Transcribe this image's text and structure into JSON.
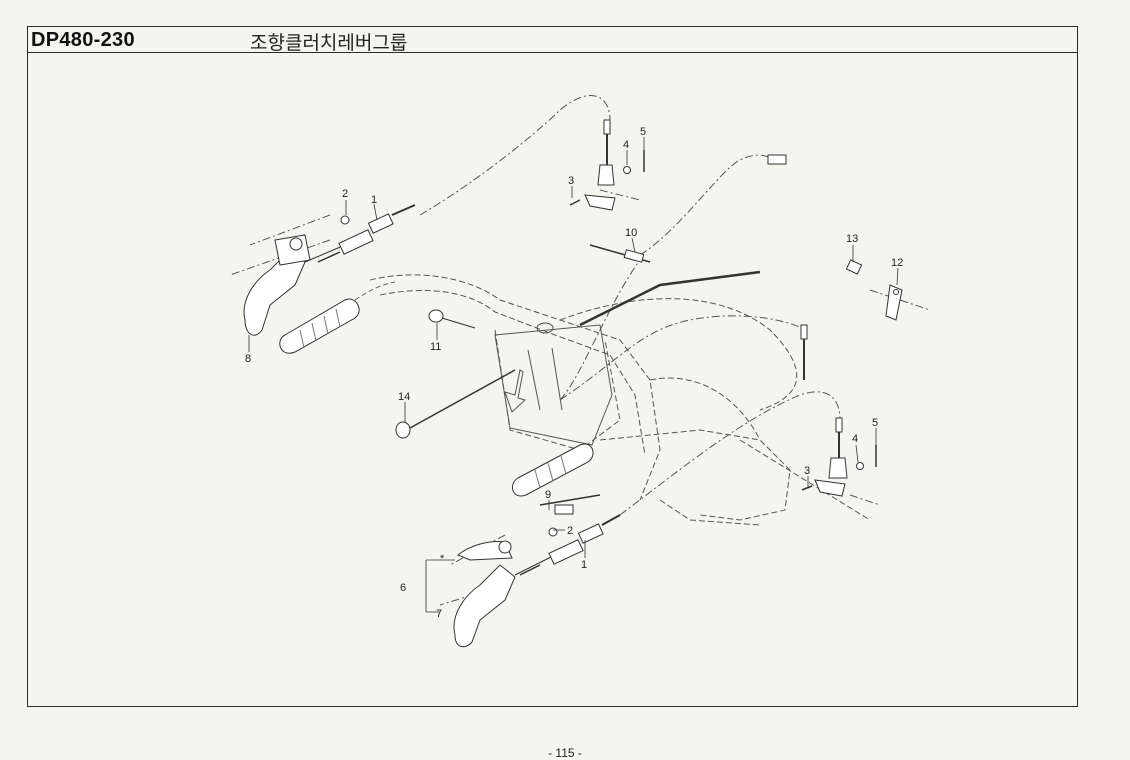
{
  "header": {
    "part_code": "DP480-230",
    "group_title": "조향클러치레버그룹"
  },
  "callouts": [
    {
      "id": "c1a",
      "label": "1"
    },
    {
      "id": "c2a",
      "label": "2"
    },
    {
      "id": "c3a",
      "label": "3"
    },
    {
      "id": "c4a",
      "label": "4"
    },
    {
      "id": "c5a",
      "label": "5"
    },
    {
      "id": "c10",
      "label": "10"
    },
    {
      "id": "c13",
      "label": "13"
    },
    {
      "id": "c12",
      "label": "12"
    },
    {
      "id": "c8",
      "label": "8"
    },
    {
      "id": "c11",
      "label": "11"
    },
    {
      "id": "c14",
      "label": "14"
    },
    {
      "id": "c4b",
      "label": "4"
    },
    {
      "id": "c5b",
      "label": "5"
    },
    {
      "id": "c3b",
      "label": "3"
    },
    {
      "id": "c9",
      "label": "9"
    },
    {
      "id": "c2b",
      "label": "2"
    },
    {
      "id": "c1b",
      "label": "1"
    },
    {
      "id": "cstar",
      "label": "*"
    },
    {
      "id": "c6",
      "label": "6"
    },
    {
      "id": "c7",
      "label": "7"
    }
  ],
  "footer": {
    "page": "- 115 -"
  }
}
